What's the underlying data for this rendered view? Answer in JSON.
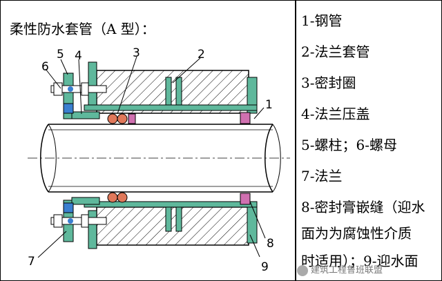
{
  "title": "柔性防水套管（A 型）：",
  "legend": [
    "1-钢管",
    "2-法兰套管",
    "3-密封圈",
    "4-法兰压盖",
    "5-螺柱；6-螺母",
    "7-法兰",
    "8-密封膏嵌缝（迎水",
    "面为为腐蚀性介质",
    "时适用）；9-迎水面"
  ],
  "callouts": [
    "1",
    "2",
    "3",
    "4",
    "5",
    "6",
    "7",
    "8",
    "9"
  ],
  "watermark": "建筑工程鲁班联盟",
  "colors": {
    "wall_fill": "#ffffff",
    "hatch": "#000000",
    "flange": "#5fb89c",
    "bolt": "#3a7fd0",
    "seal_ring": "#e0785a",
    "sealant": "#d070b0",
    "outline": "#000000",
    "pipe_fill": "#ffffff"
  }
}
